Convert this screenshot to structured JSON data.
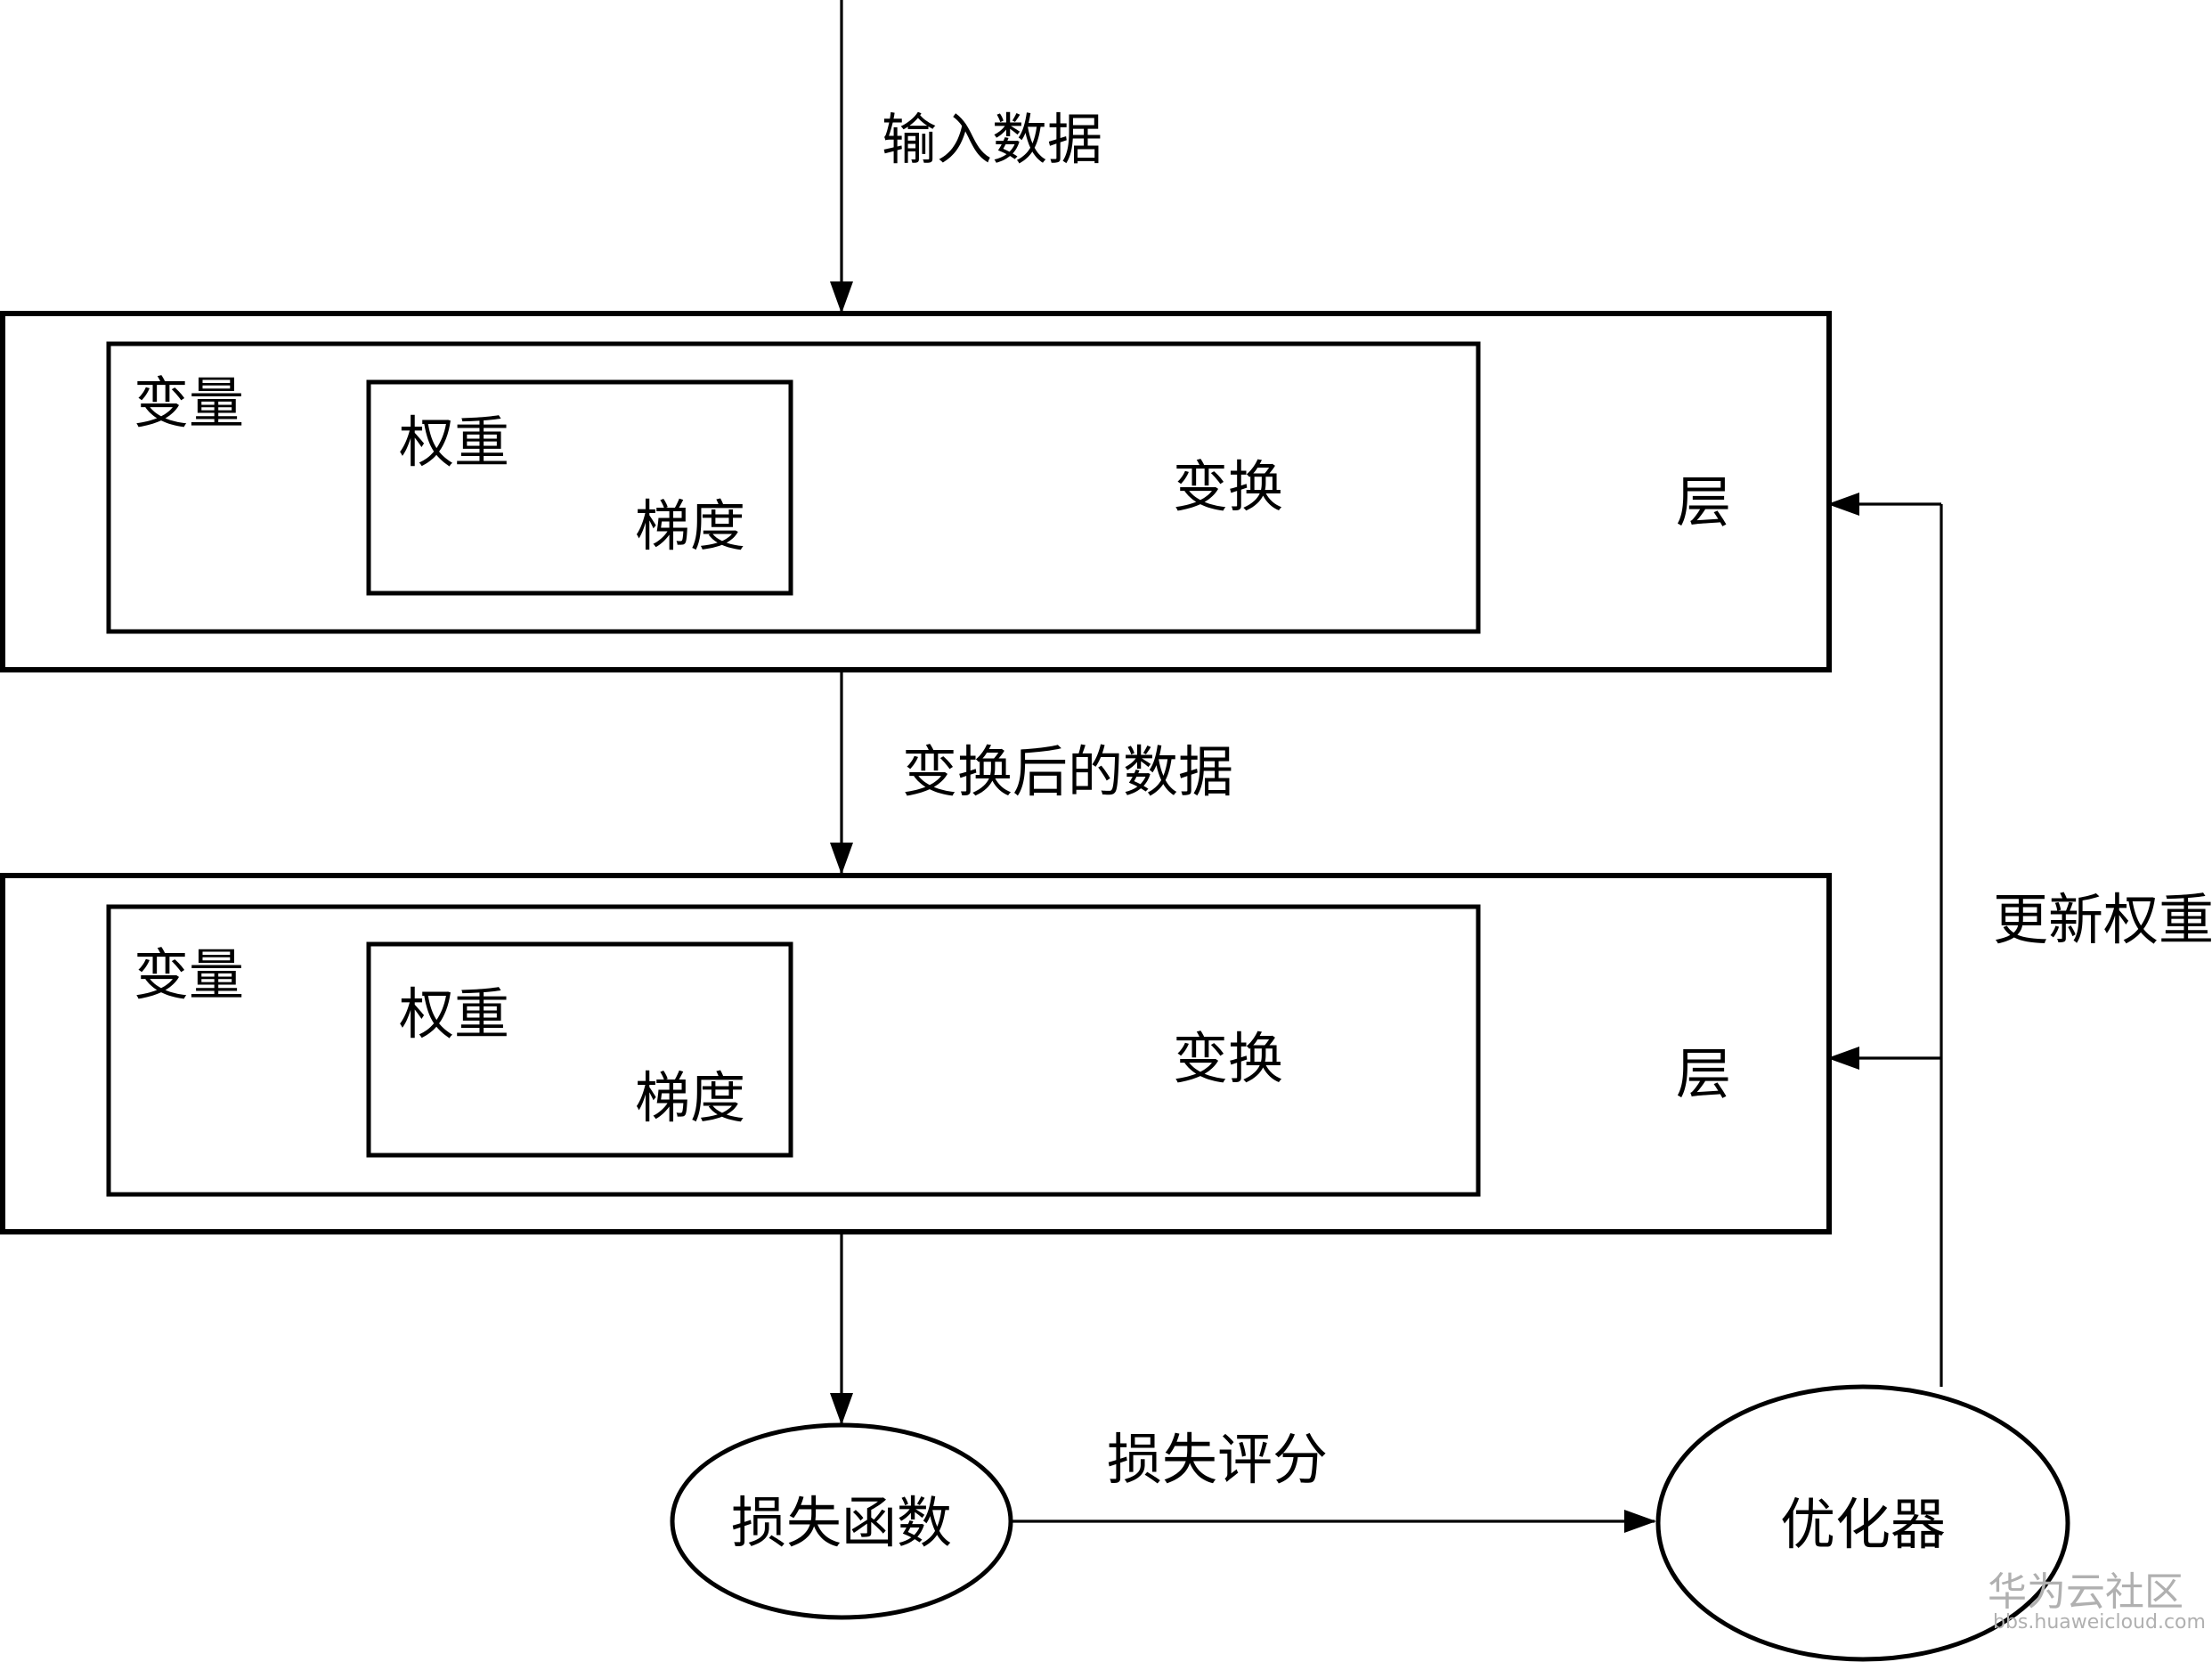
{
  "labels": {
    "input_data": "输入数据",
    "transformed_data": "变换后的数据",
    "loss_score": "损失评分",
    "update_weights": "更新权重"
  },
  "layers": [
    {
      "variable": "变量",
      "weight": "权重",
      "gradient": "梯度",
      "transform": "变换",
      "layer": "层"
    },
    {
      "variable": "变量",
      "weight": "权重",
      "gradient": "梯度",
      "transform": "变换",
      "layer": "层"
    }
  ],
  "nodes": {
    "loss_function": "损失函数",
    "optimizer": "优化器"
  },
  "watermark": {
    "name": "华为云社区",
    "url": "bbs.huaweicloud.com"
  }
}
